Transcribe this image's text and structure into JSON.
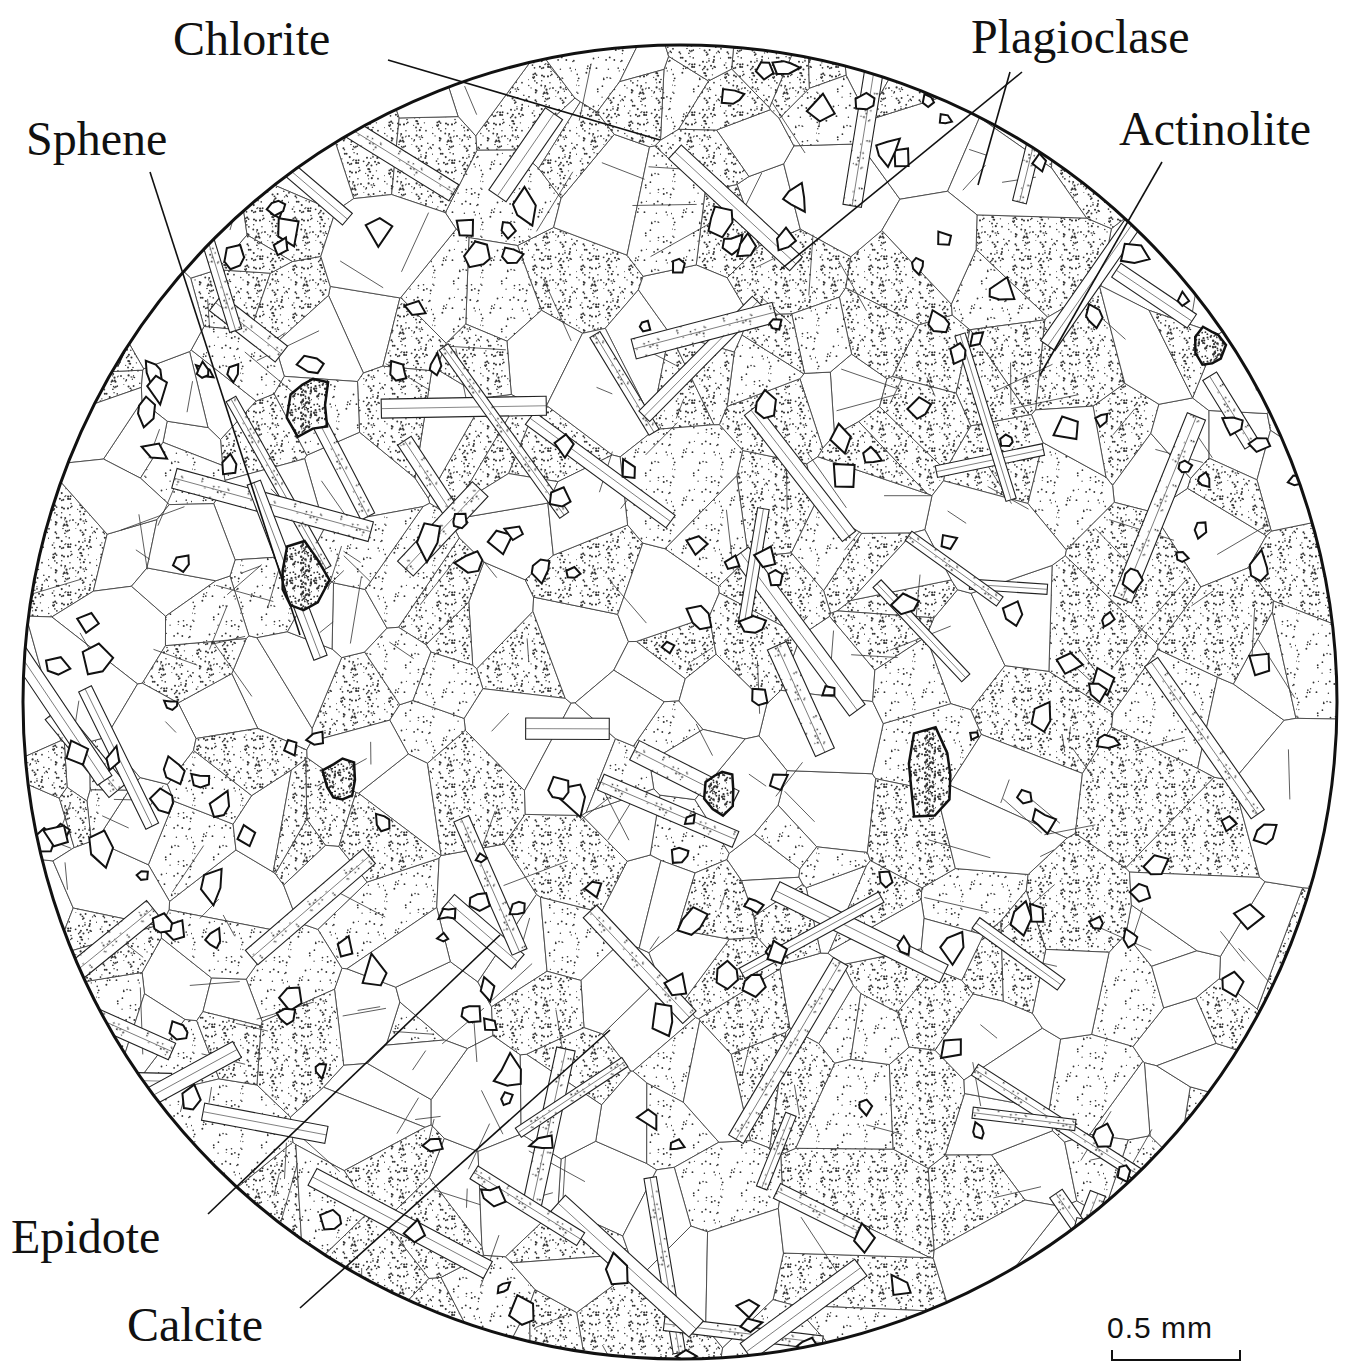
{
  "diagram": {
    "labels": [
      "Chlorite",
      "Plagioclase",
      "Actinolite",
      "Sphene",
      "Epidote",
      "Calcite",
      "0.5 mm"
    ]
  }
}
